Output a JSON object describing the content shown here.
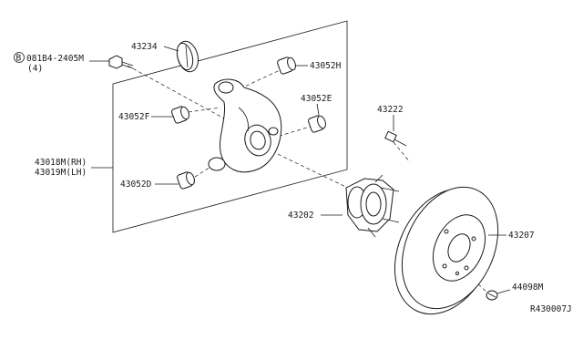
{
  "labels": {
    "bolt": "081B4-2405M",
    "bolt_circle": "B",
    "bolt_qty": "(4)",
    "cap": "43234",
    "bushing_h": "43052H",
    "bushing_f": "43052F",
    "bushing_e": "43052E",
    "knuckle_rh": "43018M(RH)",
    "knuckle_lh": "43019M(LH)",
    "bushing_d": "43052D",
    "stud": "43222",
    "hub": "43202",
    "rotor": "43207",
    "screw": "44098M",
    "ref": "R430007J"
  }
}
